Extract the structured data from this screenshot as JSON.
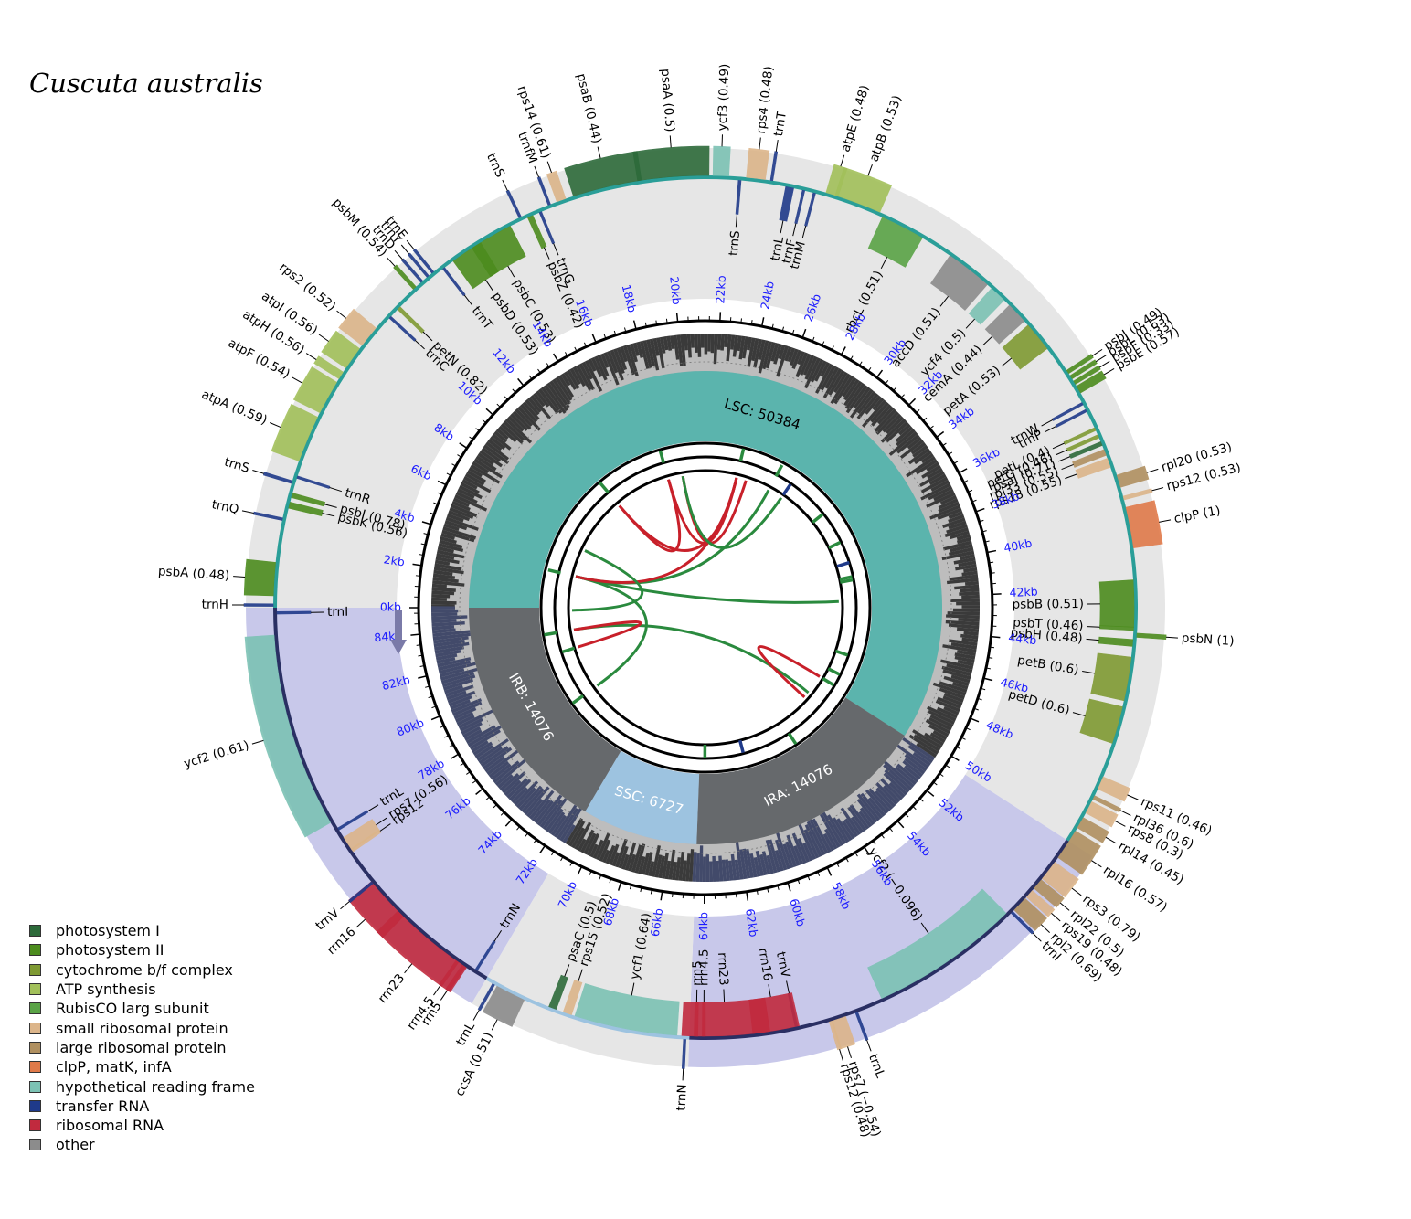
{
  "title": "Cuscuta australis",
  "colors": {
    "photosystem_I": "#2d6a3a",
    "photosystem_II": "#4c8c1e",
    "cytochrome": "#7f9a33",
    "atp": "#a2c05a",
    "rubisco": "#5aa346",
    "small_ribosomal": "#dcb58a",
    "large_ribosomal": "#b09060",
    "clpP": "#e07a4a",
    "hypothetical": "#7cc2b4",
    "trna": "#1f3a8a",
    "rrna": "#c12a3e",
    "other": "#8c8c8c",
    "lsc": "#5bb4ad",
    "ir": "#66696c",
    "ssc": "#9dc3e0",
    "ir_shade": "#c8c8ea",
    "lsc_shade": "#e6e6e6",
    "gc_dark": "#3a3a3a",
    "gc_ir": "#424a6a",
    "tick_label": "#1a1aff",
    "repeat_green": "#2a8a3e",
    "repeat_red": "#c8202a"
  },
  "legend": [
    {
      "label": "photosystem I",
      "color": "#2d6a3a"
    },
    {
      "label": "photosystem II",
      "color": "#4c8c1e"
    },
    {
      "label": "cytochrome b/f complex",
      "color": "#7f9a33"
    },
    {
      "label": "ATP synthesis",
      "color": "#a2c05a"
    },
    {
      "label": "RubisCO larg subunit",
      "color": "#5aa346"
    },
    {
      "label": "small ribosomal protein",
      "color": "#dcb58a"
    },
    {
      "label": "large ribosomal protein",
      "color": "#b09060"
    },
    {
      "label": "clpP, matK, infA",
      "color": "#e07a4a"
    },
    {
      "label": "hypothetical reading frame",
      "color": "#7cc2b4"
    },
    {
      "label": "transfer RNA",
      "color": "#1f3a8a"
    },
    {
      "label": "ribosomal RNA",
      "color": "#c12a3e"
    },
    {
      "label": "other",
      "color": "#8c8c8c"
    }
  ],
  "genome_length_kb": 85263,
  "regions": [
    {
      "label": "LSC: 50384",
      "start": 0,
      "end": 50384,
      "kind": "lsc"
    },
    {
      "label": "IRA: 14076",
      "start": 50384,
      "end": 64460,
      "kind": "ir"
    },
    {
      "label": "SSC: 6727",
      "start": 64460,
      "end": 71187,
      "kind": "ssc"
    },
    {
      "label": "IRB: 14076",
      "start": 71187,
      "end": 85263,
      "kind": "ir"
    }
  ],
  "ticks": [
    "0kb",
    "2kb",
    "4kb",
    "6kb",
    "8kb",
    "10kb",
    "12kb",
    "14kb",
    "16kb",
    "18kb",
    "20kb",
    "22kb",
    "24kb",
    "26kb",
    "28kb",
    "30kb",
    "32kb",
    "34kb",
    "36kb",
    "38kb",
    "40kb",
    "42kb",
    "44kb",
    "46kb",
    "48kb",
    "50kb",
    "52kb",
    "54kb",
    "56kb",
    "58kb",
    "60kb",
    "62kb",
    "64kb",
    "66kb",
    "68kb",
    "70kb",
    "72kb",
    "74kb",
    "76kb",
    "78kb",
    "80kb",
    "82kb",
    "84kb"
  ],
  "genes": [
    {
      "label": "trnH",
      "pos": 80,
      "len": 80,
      "strand": "out",
      "cat": "trna"
    },
    {
      "label": "psbA (0.48)",
      "pos": 900,
      "len": 1050,
      "strand": "out",
      "cat": "photosystem_II"
    },
    {
      "label": "trnQ",
      "pos": 2800,
      "len": 80,
      "strand": "out",
      "cat": "trna"
    },
    {
      "label": "psbK (0.56)",
      "pos": 3280,
      "len": 200,
      "strand": "in",
      "cat": "photosystem_II"
    },
    {
      "label": "psbI (0.78)",
      "pos": 3600,
      "len": 150,
      "strand": "in",
      "cat": "photosystem_II"
    },
    {
      "label": "trnS",
      "pos": 4000,
      "len": 90,
      "strand": "out",
      "cat": "trna"
    },
    {
      "label": "trnR",
      "pos": 4200,
      "len": 80,
      "strand": "in",
      "cat": "trna"
    },
    {
      "label": "atpA (0.59)",
      "pos": 5450,
      "len": 1500,
      "strand": "out",
      "cat": "atp"
    },
    {
      "label": "atpF (0.54)",
      "pos": 6900,
      "len": 1100,
      "strand": "out",
      "cat": "atp"
    },
    {
      "label": "atpH (0.56)",
      "pos": 7700,
      "len": 250,
      "strand": "out",
      "cat": "atp"
    },
    {
      "label": "atpI (0.56)",
      "pos": 8350,
      "len": 750,
      "strand": "out",
      "cat": "atp"
    },
    {
      "label": "rps2 (0.52)",
      "pos": 9200,
      "len": 700,
      "strand": "out",
      "cat": "small_ribosomal"
    },
    {
      "label": "trnC",
      "pos": 10100,
      "len": 80,
      "strand": "in",
      "cat": "trna"
    },
    {
      "label": "petN (0.82)",
      "pos": 10500,
      "len": 120,
      "strand": "in",
      "cat": "cytochrome"
    },
    {
      "label": "psbM (0.54)",
      "pos": 11300,
      "len": 120,
      "strand": "out",
      "cat": "photosystem_II"
    },
    {
      "label": "trnD",
      "pos": 11600,
      "len": 80,
      "strand": "out",
      "cat": "trna"
    },
    {
      "label": "trnY",
      "pos": 11850,
      "len": 80,
      "strand": "out",
      "cat": "trna"
    },
    {
      "label": "trnE",
      "pos": 12050,
      "len": 80,
      "strand": "out",
      "cat": "trna"
    },
    {
      "label": "trnT",
      "pos": 12400,
      "len": 80,
      "strand": "in",
      "cat": "trna"
    },
    {
      "label": "psbD (0.53)",
      "pos": 13300,
      "len": 1050,
      "strand": "in",
      "cat": "photosystem_II"
    },
    {
      "label": "psbC (0.53)",
      "pos": 14200,
      "len": 1400,
      "strand": "in",
      "cat": "photosystem_II"
    },
    {
      "label": "trnS",
      "pos": 15300,
      "len": 80,
      "strand": "out",
      "cat": "trna"
    },
    {
      "label": "psbZ (0.42)",
      "pos": 15600,
      "len": 180,
      "strand": "in",
      "cat": "photosystem_II"
    },
    {
      "label": "trnG",
      "pos": 15950,
      "len": 80,
      "strand": "in",
      "cat": "trna"
    },
    {
      "label": "trnfM",
      "pos": 16300,
      "len": 80,
      "strand": "out",
      "cat": "trna"
    },
    {
      "label": "rps14 (0.61)",
      "pos": 16700,
      "len": 300,
      "strand": "out",
      "cat": "small_ribosomal"
    },
    {
      "label": "psaB (0.44)",
      "pos": 18200,
      "len": 2200,
      "strand": "out",
      "cat": "photosystem_I"
    },
    {
      "label": "psaA (0.5)",
      "pos": 20300,
      "len": 2250,
      "strand": "out",
      "cat": "photosystem_I"
    },
    {
      "label": "ycf3 (0.49)",
      "pos": 21800,
      "len": 500,
      "strand": "out",
      "cat": "hypothetical"
    },
    {
      "label": "trnS",
      "pos": 22400,
      "len": 90,
      "strand": "in",
      "cat": "trna"
    },
    {
      "label": "rps4 (0.48)",
      "pos": 22900,
      "len": 600,
      "strand": "out",
      "cat": "small_ribosomal"
    },
    {
      "label": "trnT",
      "pos": 23400,
      "len": 80,
      "strand": "out",
      "cat": "trna"
    },
    {
      "label": "trnL",
      "pos": 24000,
      "len": 260,
      "strand": "in",
      "cat": "trna"
    },
    {
      "label": "trnF",
      "pos": 24450,
      "len": 80,
      "strand": "in",
      "cat": "trna"
    },
    {
      "label": "trnM",
      "pos": 24800,
      "len": 80,
      "strand": "in",
      "cat": "trna"
    },
    {
      "label": "atpE (0.48)",
      "pos": 25350,
      "len": 400,
      "strand": "out",
      "cat": "atp"
    },
    {
      "label": "atpB (0.53)",
      "pos": 26200,
      "len": 1500,
      "strand": "out",
      "cat": "atp"
    },
    {
      "label": "rbcL (0.51)",
      "pos": 27800,
      "len": 1430,
      "strand": "in",
      "cat": "rubisco"
    },
    {
      "label": "accD (0.51)",
      "pos": 30300,
      "len": 1500,
      "strand": "in",
      "cat": "other"
    },
    {
      "label": "ycf4 (0.5)",
      "pos": 31500,
      "len": 550,
      "strand": "in",
      "cat": "hypothetical"
    },
    {
      "label": "cemA (0.44)",
      "pos": 32350,
      "len": 690,
      "strand": "in",
      "cat": "other"
    },
    {
      "label": "petA (0.53)",
      "pos": 33350,
      "len": 960,
      "strand": "in",
      "cat": "cytochrome"
    },
    {
      "label": "psbJ (0.49)",
      "pos": 34800,
      "len": 120,
      "strand": "out",
      "cat": "photosystem_II"
    },
    {
      "label": "psbL (0.63)",
      "pos": 35000,
      "len": 120,
      "strand": "out",
      "cat": "photosystem_II"
    },
    {
      "label": "psbF (0.33)",
      "pos": 35200,
      "len": 120,
      "strand": "out",
      "cat": "photosystem_II"
    },
    {
      "label": "psbE (0.57)",
      "pos": 35450,
      "len": 250,
      "strand": "out",
      "cat": "photosystem_II"
    },
    {
      "label": "trnW",
      "pos": 35900,
      "len": 80,
      "strand": "in",
      "cat": "trna"
    },
    {
      "label": "trnP",
      "pos": 36150,
      "len": 80,
      "strand": "in",
      "cat": "trna"
    },
    {
      "label": "petL (0.4)",
      "pos": 36800,
      "len": 100,
      "strand": "in",
      "cat": "cytochrome"
    },
    {
      "label": "petG (0.46)",
      "pos": 37050,
      "len": 110,
      "strand": "in",
      "cat": "cytochrome"
    },
    {
      "label": "psaJ (0.71)",
      "pos": 37300,
      "len": 130,
      "strand": "in",
      "cat": "photosystem_I"
    },
    {
      "label": "rpl33 (0.55)",
      "pos": 37600,
      "len": 200,
      "strand": "in",
      "cat": "large_ribosomal"
    },
    {
      "label": "rps18 (0.55)",
      "pos": 37950,
      "len": 300,
      "strand": "in",
      "cat": "small_ribosomal"
    },
    {
      "label": "rpl20 (0.53)",
      "pos": 38600,
      "len": 400,
      "strand": "out",
      "cat": "large_ribosomal"
    },
    {
      "label": "rps12 (0.53)",
      "pos": 39150,
      "len": 120,
      "strand": "out",
      "cat": "small_ribosomal"
    },
    {
      "label": "clpP (1)",
      "pos": 40100,
      "len": 1300,
      "strand": "out",
      "cat": "clpP"
    },
    {
      "label": "psbB (0.51)",
      "pos": 42500,
      "len": 1500,
      "strand": "in",
      "cat": "photosystem_II"
    },
    {
      "label": "psbT (0.46)",
      "pos": 43300,
      "len": 110,
      "strand": "in",
      "cat": "photosystem_II"
    },
    {
      "label": "psbN (1)",
      "pos": 43500,
      "len": 130,
      "strand": "out",
      "cat": "photosystem_II"
    },
    {
      "label": "psbH (0.48)",
      "pos": 43750,
      "len": 220,
      "strand": "in",
      "cat": "photosystem_II"
    },
    {
      "label": "petB (0.6)",
      "pos": 44900,
      "len": 1400,
      "strand": "in",
      "cat": "cytochrome"
    },
    {
      "label": "petD (0.6)",
      "pos": 46400,
      "len": 1200,
      "strand": "in",
      "cat": "cytochrome"
    },
    {
      "label": "rps11 (0.46)",
      "pos": 48300,
      "len": 420,
      "strand": "out",
      "cat": "small_ribosomal"
    },
    {
      "label": "rpl36 (0.6)",
      "pos": 48800,
      "len": 120,
      "strand": "out",
      "cat": "large_ribosomal"
    },
    {
      "label": "rps8 (0.3)",
      "pos": 49150,
      "len": 400,
      "strand": "out",
      "cat": "small_ribosomal"
    },
    {
      "label": "rpl14 (0.45)",
      "pos": 49700,
      "len": 370,
      "strand": "out",
      "cat": "large_ribosomal"
    },
    {
      "label": "rpl16 (0.57)",
      "pos": 50500,
      "len": 1000,
      "strand": "out",
      "cat": "large_ribosomal"
    },
    {
      "label": "rps3 (0.79)",
      "pos": 51500,
      "len": 660,
      "strand": "out",
      "cat": "small_ribosomal"
    },
    {
      "label": "rpl22 (0.5)",
      "pos": 52050,
      "len": 350,
      "strand": "out",
      "cat": "large_ribosomal"
    },
    {
      "label": "rps19 (0.48)",
      "pos": 52450,
      "len": 280,
      "strand": "out",
      "cat": "small_ribosomal"
    },
    {
      "label": "rpl2 (0.69)",
      "pos": 52900,
      "len": 500,
      "strand": "out",
      "cat": "large_ribosomal"
    },
    {
      "label": "trnI",
      "pos": 53250,
      "len": 80,
      "strand": "out",
      "cat": "trna"
    },
    {
      "label": "ycf2 (−0.096)",
      "pos": 55800,
      "len": 4800,
      "strand": "in",
      "cat": "hypothetical"
    },
    {
      "label": "trnL",
      "pos": 59100,
      "len": 80,
      "strand": "out",
      "cat": "trna"
    },
    {
      "label": "rps7 (−0.54)",
      "pos": 59700,
      "len": 470,
      "strand": "out",
      "cat": "small_ribosomal"
    },
    {
      "label": "rps12 (0.48)",
      "pos": 59950,
      "len": 120,
      "strand": "out",
      "cat": "small_ribosomal"
    },
    {
      "label": "trnV",
      "pos": 61050,
      "len": 80,
      "strand": "in",
      "cat": "trna"
    },
    {
      "label": "rrn16",
      "pos": 61700,
      "len": 1490,
      "strand": "in",
      "cat": "rrna"
    },
    {
      "label": "rrn23",
      "pos": 63300,
      "len": 2800,
      "strand": "in",
      "cat": "rrna"
    },
    {
      "label": "rrn4.5",
      "pos": 64000,
      "len": 100,
      "strand": "in",
      "cat": "rrna"
    },
    {
      "label": "rrn5",
      "pos": 64250,
      "len": 120,
      "strand": "in",
      "cat": "rrna"
    },
    {
      "label": "trnN",
      "pos": 64600,
      "len": 80,
      "strand": "out",
      "cat": "trna"
    },
    {
      "label": "ycf1 (0.64)",
      "pos": 66500,
      "len": 3300,
      "strand": "in",
      "cat": "hypothetical"
    },
    {
      "label": "rps15 (0.52)",
      "pos": 68400,
      "len": 280,
      "strand": "in",
      "cat": "small_ribosomal"
    },
    {
      "label": "psaC (0.5)",
      "pos": 68900,
      "len": 250,
      "strand": "in",
      "cat": "photosystem_I"
    },
    {
      "label": "ccsA (0.51)",
      "pos": 70300,
      "len": 960,
      "strand": "out",
      "cat": "other"
    },
    {
      "label": "trnL",
      "pos": 70900,
      "len": 80,
      "strand": "out",
      "cat": "trna"
    },
    {
      "label": "trnN",
      "pos": 71600,
      "len": 80,
      "strand": "in",
      "cat": "trna"
    },
    {
      "label": "rrn5",
      "pos": 72000,
      "len": 120,
      "strand": "out",
      "cat": "rrna"
    },
    {
      "label": "rrn4.5",
      "pos": 72250,
      "len": 100,
      "strand": "out",
      "cat": "rrna"
    },
    {
      "label": "rrn23",
      "pos": 73300,
      "len": 2800,
      "strand": "out",
      "cat": "rrna"
    },
    {
      "label": "rrn16",
      "pos": 75200,
      "len": 1490,
      "strand": "out",
      "cat": "rrna"
    },
    {
      "label": "trnV",
      "pos": 75900,
      "len": 80,
      "strand": "out",
      "cat": "trna"
    },
    {
      "label": "rps12",
      "pos": 77100,
      "len": 120,
      "strand": "in",
      "cat": "small_ribosomal"
    },
    {
      "label": "rps7 (0.56)",
      "pos": 77350,
      "len": 470,
      "strand": "in",
      "cat": "small_ribosomal"
    },
    {
      "label": "trnL",
      "pos": 77900,
      "len": 80,
      "strand": "in",
      "cat": "trna"
    },
    {
      "label": "ycf2 (0.61)",
      "pos": 81300,
      "len": 6200,
      "strand": "out",
      "cat": "hypothetical"
    },
    {
      "label": "trnI",
      "pos": 85100,
      "len": 80,
      "strand": "in",
      "cat": "trna"
    }
  ],
  "repeats": [
    {
      "a": 3200,
      "b": 76800,
      "color": "repeat_green"
    },
    {
      "a": 3200,
      "b": 28000,
      "color": "repeat_green"
    },
    {
      "a": 3200,
      "b": 42000,
      "color": "repeat_green"
    },
    {
      "a": 3200,
      "b": 24500,
      "color": "repeat_red"
    },
    {
      "a": 11800,
      "b": 24500,
      "color": "repeat_red"
    },
    {
      "a": 11800,
      "b": 17500,
      "color": "repeat_red"
    },
    {
      "a": 17500,
      "b": 24500,
      "color": "repeat_red"
    },
    {
      "a": 19000,
      "b": 25500,
      "color": "repeat_red"
    },
    {
      "a": 19000,
      "b": 29500,
      "color": "repeat_green"
    },
    {
      "a": 83000,
      "b": 52000,
      "color": "repeat_green"
    },
    {
      "a": 81200,
      "b": 83000,
      "color": "repeat_red"
    },
    {
      "a": 50000,
      "b": 52600,
      "color": "repeat_red"
    },
    {
      "a": 85000,
      "b": 6000,
      "color": "repeat_green"
    }
  ]
}
